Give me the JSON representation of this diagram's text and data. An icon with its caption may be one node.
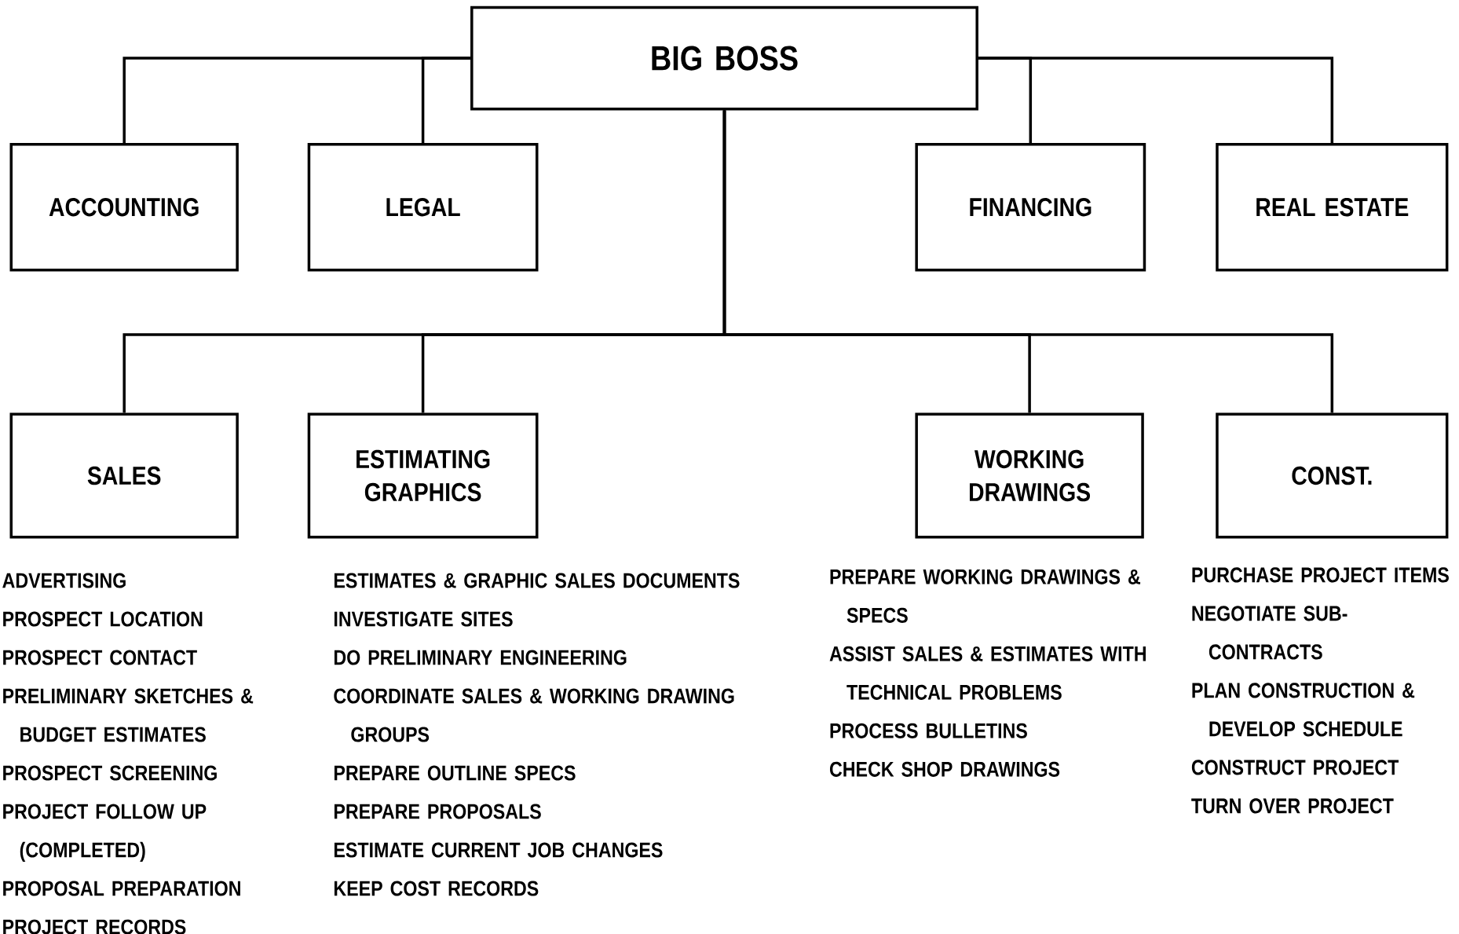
{
  "diagram": {
    "nodes": [
      {
        "text": [
          "BIG BOSS"
        ]
      },
      {
        "text": [
          "ACCOUNTING"
        ]
      },
      {
        "text": [
          "LEGAL"
        ]
      },
      {
        "text": [
          "FINANCING"
        ]
      },
      {
        "text": [
          "REAL ESTATE"
        ]
      },
      {
        "text": [
          "SALES"
        ],
        "beside": [
          "ADVERTISING",
          "PROSPECT LOCATION",
          "PROSPECT CONTACT",
          "PRELIMINARY SKETCHES & BUDGET ESTIMATES",
          "PROSPECT SCREENING",
          "PROJECT FOLLOW UP (COMPLETED)",
          "PROPOSAL PREPARATION",
          "PROJECT RECORDS"
        ]
      },
      {
        "text": [
          "ESTIMATING GRAPHICS"
        ],
        "beside": [
          "ESTIMATES & GRAPHIC SALES DOCUMENTS",
          "INVESTIGATE SITES",
          "DO PRELIMINARY ENGINEERING",
          "COORDINATE SALES & WORKING DRAWING GROUPS",
          "PREPARE OUTLINE SPECS",
          "PREPARE PROPOSALS",
          "ESTIMATE CURRENT JOB CHANGES",
          "KEEP COST RECORDS"
        ]
      },
      {
        "text": [
          "WORKING DRAWINGS"
        ],
        "beside": [
          "PREPARE WORKING DRAWINGS & SPECS",
          "ASSIST SALES & ESTIMATES WITH TECHNICAL PROBLEMS",
          "PROCESS BULLETINS",
          "CHECK SHOP DRAWINGS"
        ]
      },
      {
        "text": [
          "CONST."
        ],
        "beside": [
          "PURCHASE PROJECT ITEMS",
          "NEGOTIATE SUB-CONTRACTS",
          "PLAN CONSTRUCTION & DEVELOP SCHEDULE",
          "CONSTRUCT PROJECT",
          "TURN OVER PROJECT"
        ]
      }
    ],
    "edges": [
      {
        "from": 0,
        "to": 1,
        "arrow": "none"
      },
      {
        "from": 0,
        "to": 2,
        "arrow": "none"
      },
      {
        "from": 0,
        "to": 3,
        "arrow": "none"
      },
      {
        "from": 0,
        "to": 4,
        "arrow": "none"
      },
      {
        "from": 0,
        "to": 5,
        "arrow": "none"
      },
      {
        "from": 0,
        "to": 6,
        "arrow": "none"
      },
      {
        "from": 0,
        "to": 7,
        "arrow": "none"
      },
      {
        "from": 0,
        "to": 8,
        "arrow": "none"
      }
    ]
  }
}
